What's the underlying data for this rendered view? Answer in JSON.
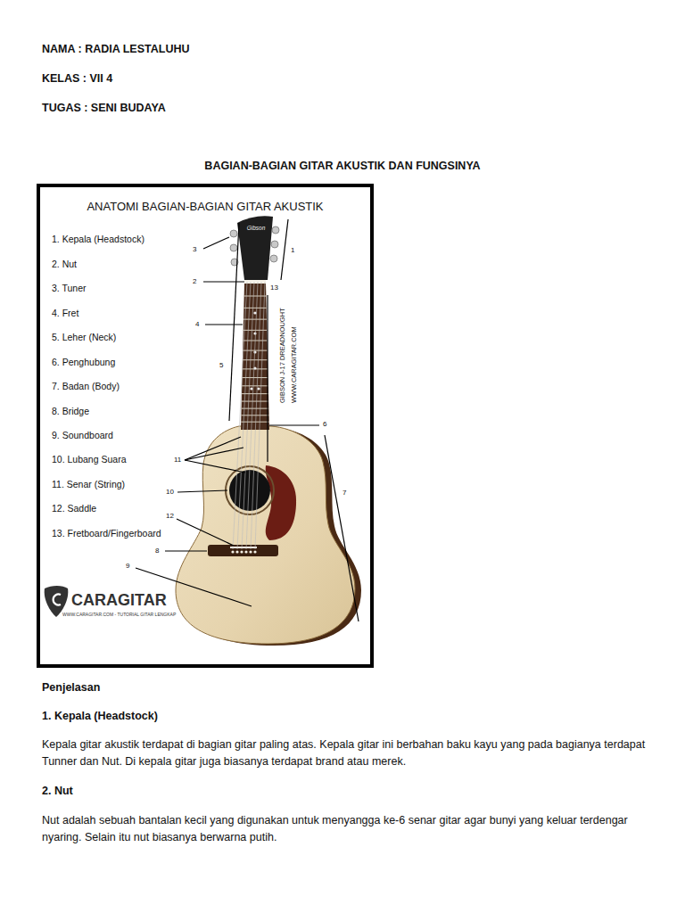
{
  "diagram": {
    "title": "BAGIAN-BAGIAN GITAR AKUSTIK DAN FUNGSINYA",
    "labels": [
      "NAMA : RADIA LESTALUHU",
      "KELAS : VII 4",
      "TUGAS : SENI BUDAYA",
      "ANATOMI BAGIAN-BAGIAN GITAR AKUSTIK",
      "1. Kepala (Headstock)",
      "2. Nut",
      "3. Tuner",
      "4. Fret",
      "5. Leher (Neck)",
      "6. Penghubung",
      "7. Badan (Body)",
      "8. Bridge",
      "9. Soundboard",
      "10. Lubang Suara",
      "11. Senar (String)",
      "12. Saddle",
      "13. Fretboard/Fingerboard",
      "Gibson",
      "3",
      "1",
      "2",
      "13",
      "4",
      "5",
      "GIBSON J-17 DREADNOUGHT",
      "WWW.CARAGITAR.COM",
      "6",
      "11",
      "10",
      "7",
      "12",
      "8",
      "9",
      "CARAGITAR",
      "WWW.CARAGITAR.COM - TUTORIAL GITAR LENGKAP",
      "Penjelasan",
      "1. Kepala (Headstock)",
      "Kepala gitar akustik terdapat di bagian gitar paling atas. Kepala gitar ini berbahan baku kayu yang pada bagianya terdapat Tunner dan Nut. Di kepala gitar juga biasanya terdapat brand atau merek.",
      "2. Nut",
      "Nut adalah sebuah bantalan kecil yang digunakan untuk menyangga ke-6 senar gitar agar bunyi yang keluar terdengar nyaring. Selain itu nut biasanya berwarna putih."
    ]
  }
}
